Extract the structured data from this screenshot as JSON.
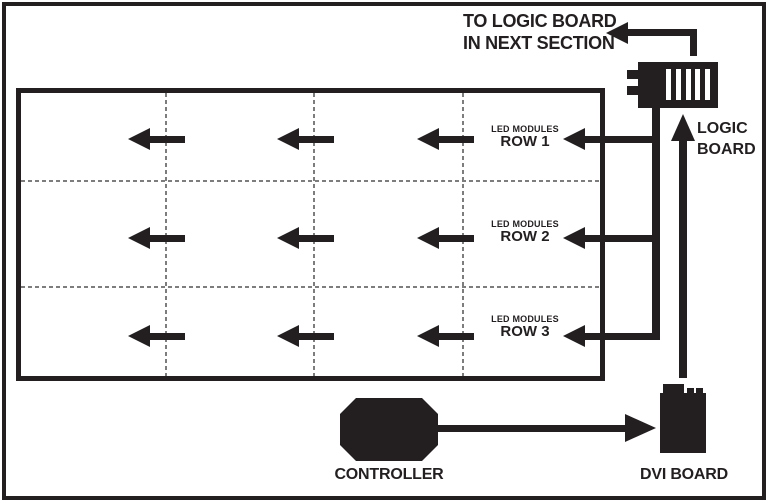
{
  "diagram": {
    "title_note": {
      "line1": "TO LOGIC BOARD",
      "line2": "IN NEXT SECTION"
    },
    "logic_board": {
      "label_line1": "LOGIC",
      "label_line2": "BOARD"
    },
    "rows": [
      {
        "label_small": "LED MODULES",
        "label_big": "ROW 1"
      },
      {
        "label_small": "LED MODULES",
        "label_big": "ROW 2"
      },
      {
        "label_small": "LED MODULES",
        "label_big": "ROW 3"
      }
    ],
    "controller_label": "CONTROLLER",
    "dvi_board_label": "DVI BOARD",
    "colors": {
      "ink": "#231f20",
      "grid_dash": "#7d7d7d",
      "background": "#ffffff"
    }
  }
}
